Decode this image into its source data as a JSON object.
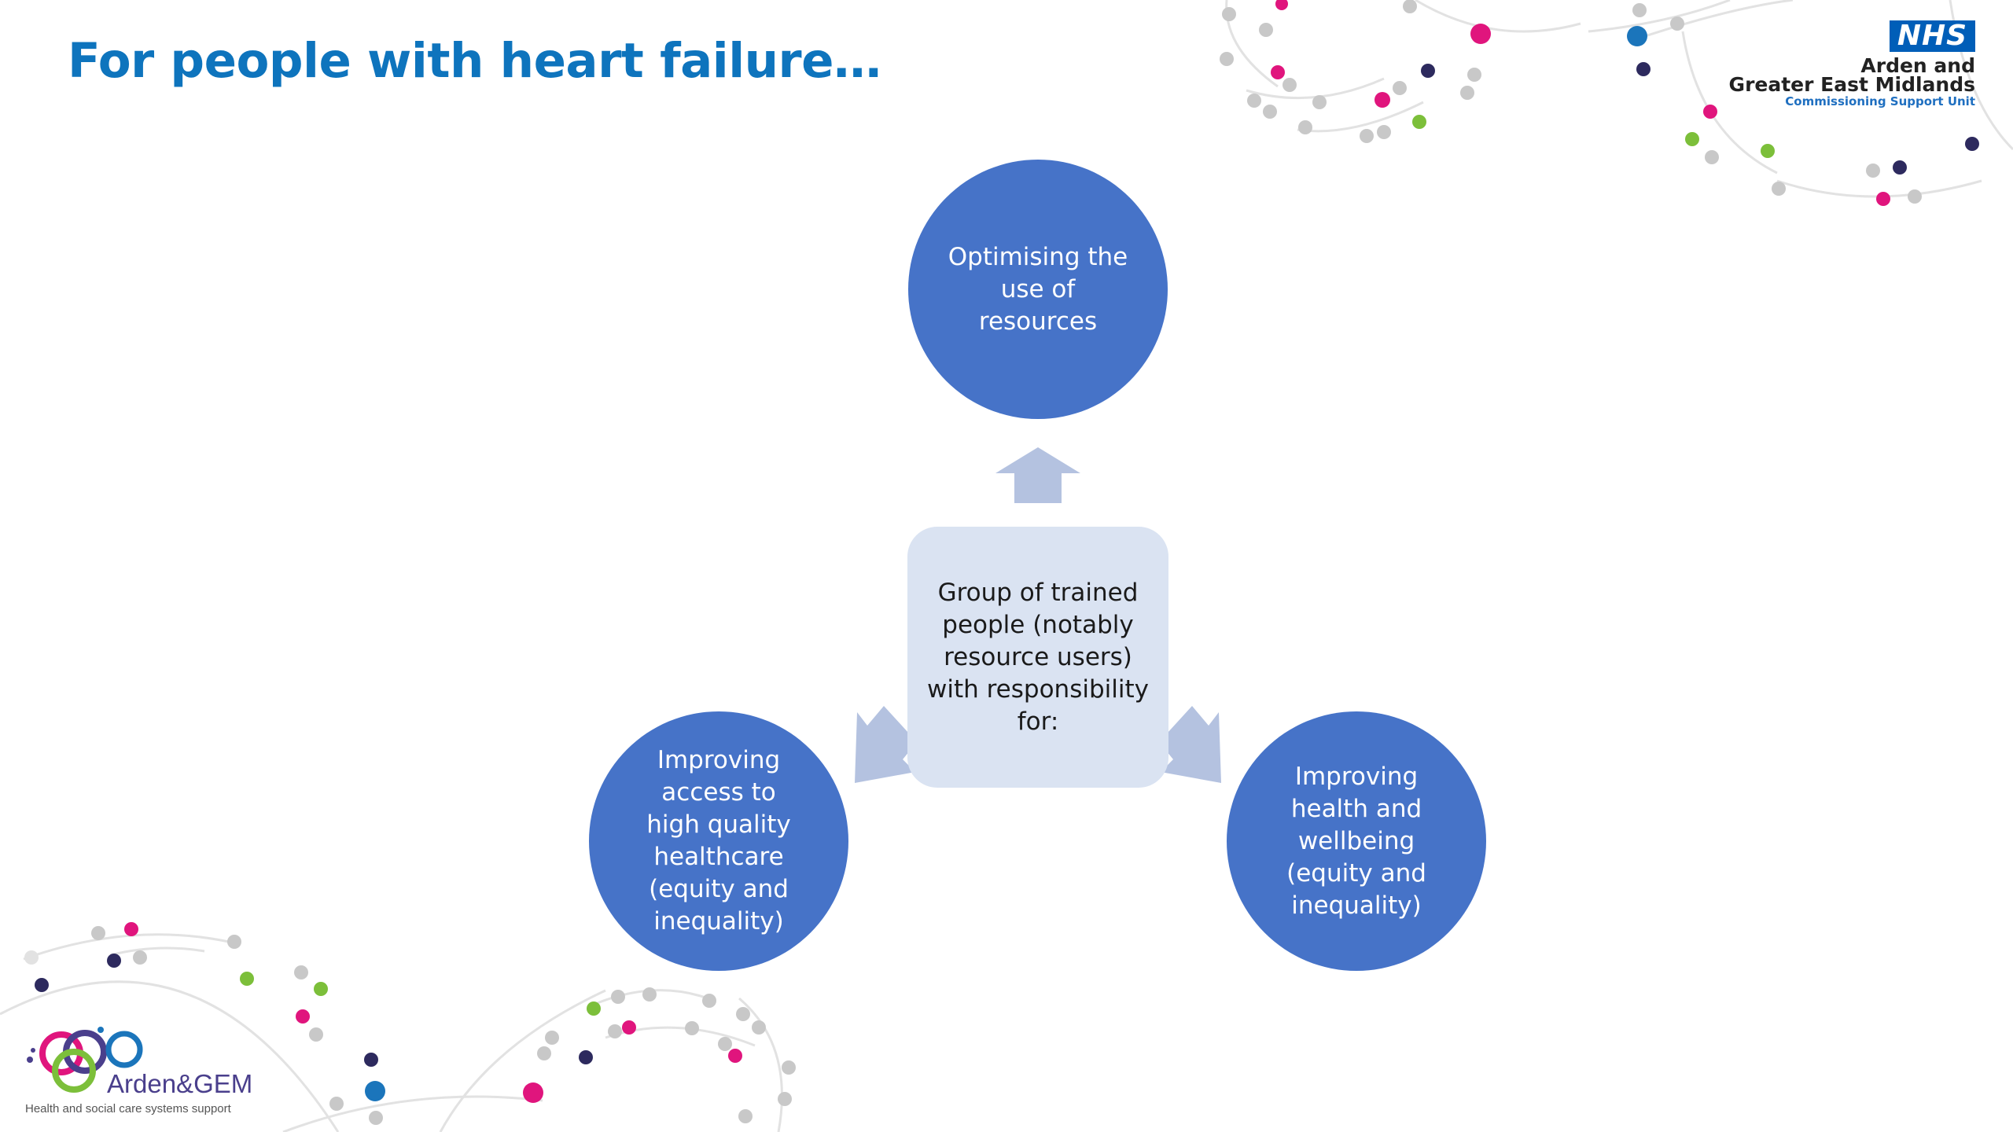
{
  "slide": {
    "title": "For people with heart failure…"
  },
  "diagram": {
    "center_text": "Group of trained people (notably resource users) with responsibility for:",
    "top_circle_text": "Optimising the use of resources",
    "left_circle_text": "Improving access to high quality healthcare (equity and inequality)",
    "right_circle_text": "Improving health and wellbeing (equity and inequality)",
    "colors": {
      "circle": "#4673c8",
      "center_box": "#dae3f2",
      "arrow": "#b4c2e0",
      "title": "#0e74bd"
    }
  },
  "nhs_logo": {
    "badge": "NHS",
    "line1": "Arden and",
    "line2": "Greater East Midlands",
    "line3": "Commissioning Support Unit"
  },
  "arden_gem_logo": {
    "name": "Arden&GEM",
    "tagline": "Health and social care systems support"
  },
  "decor": {
    "dot_colors": [
      "#e0157d",
      "#2d2a5e",
      "#7cbf3a",
      "#1b75bb",
      "#c8c8c8"
    ]
  }
}
